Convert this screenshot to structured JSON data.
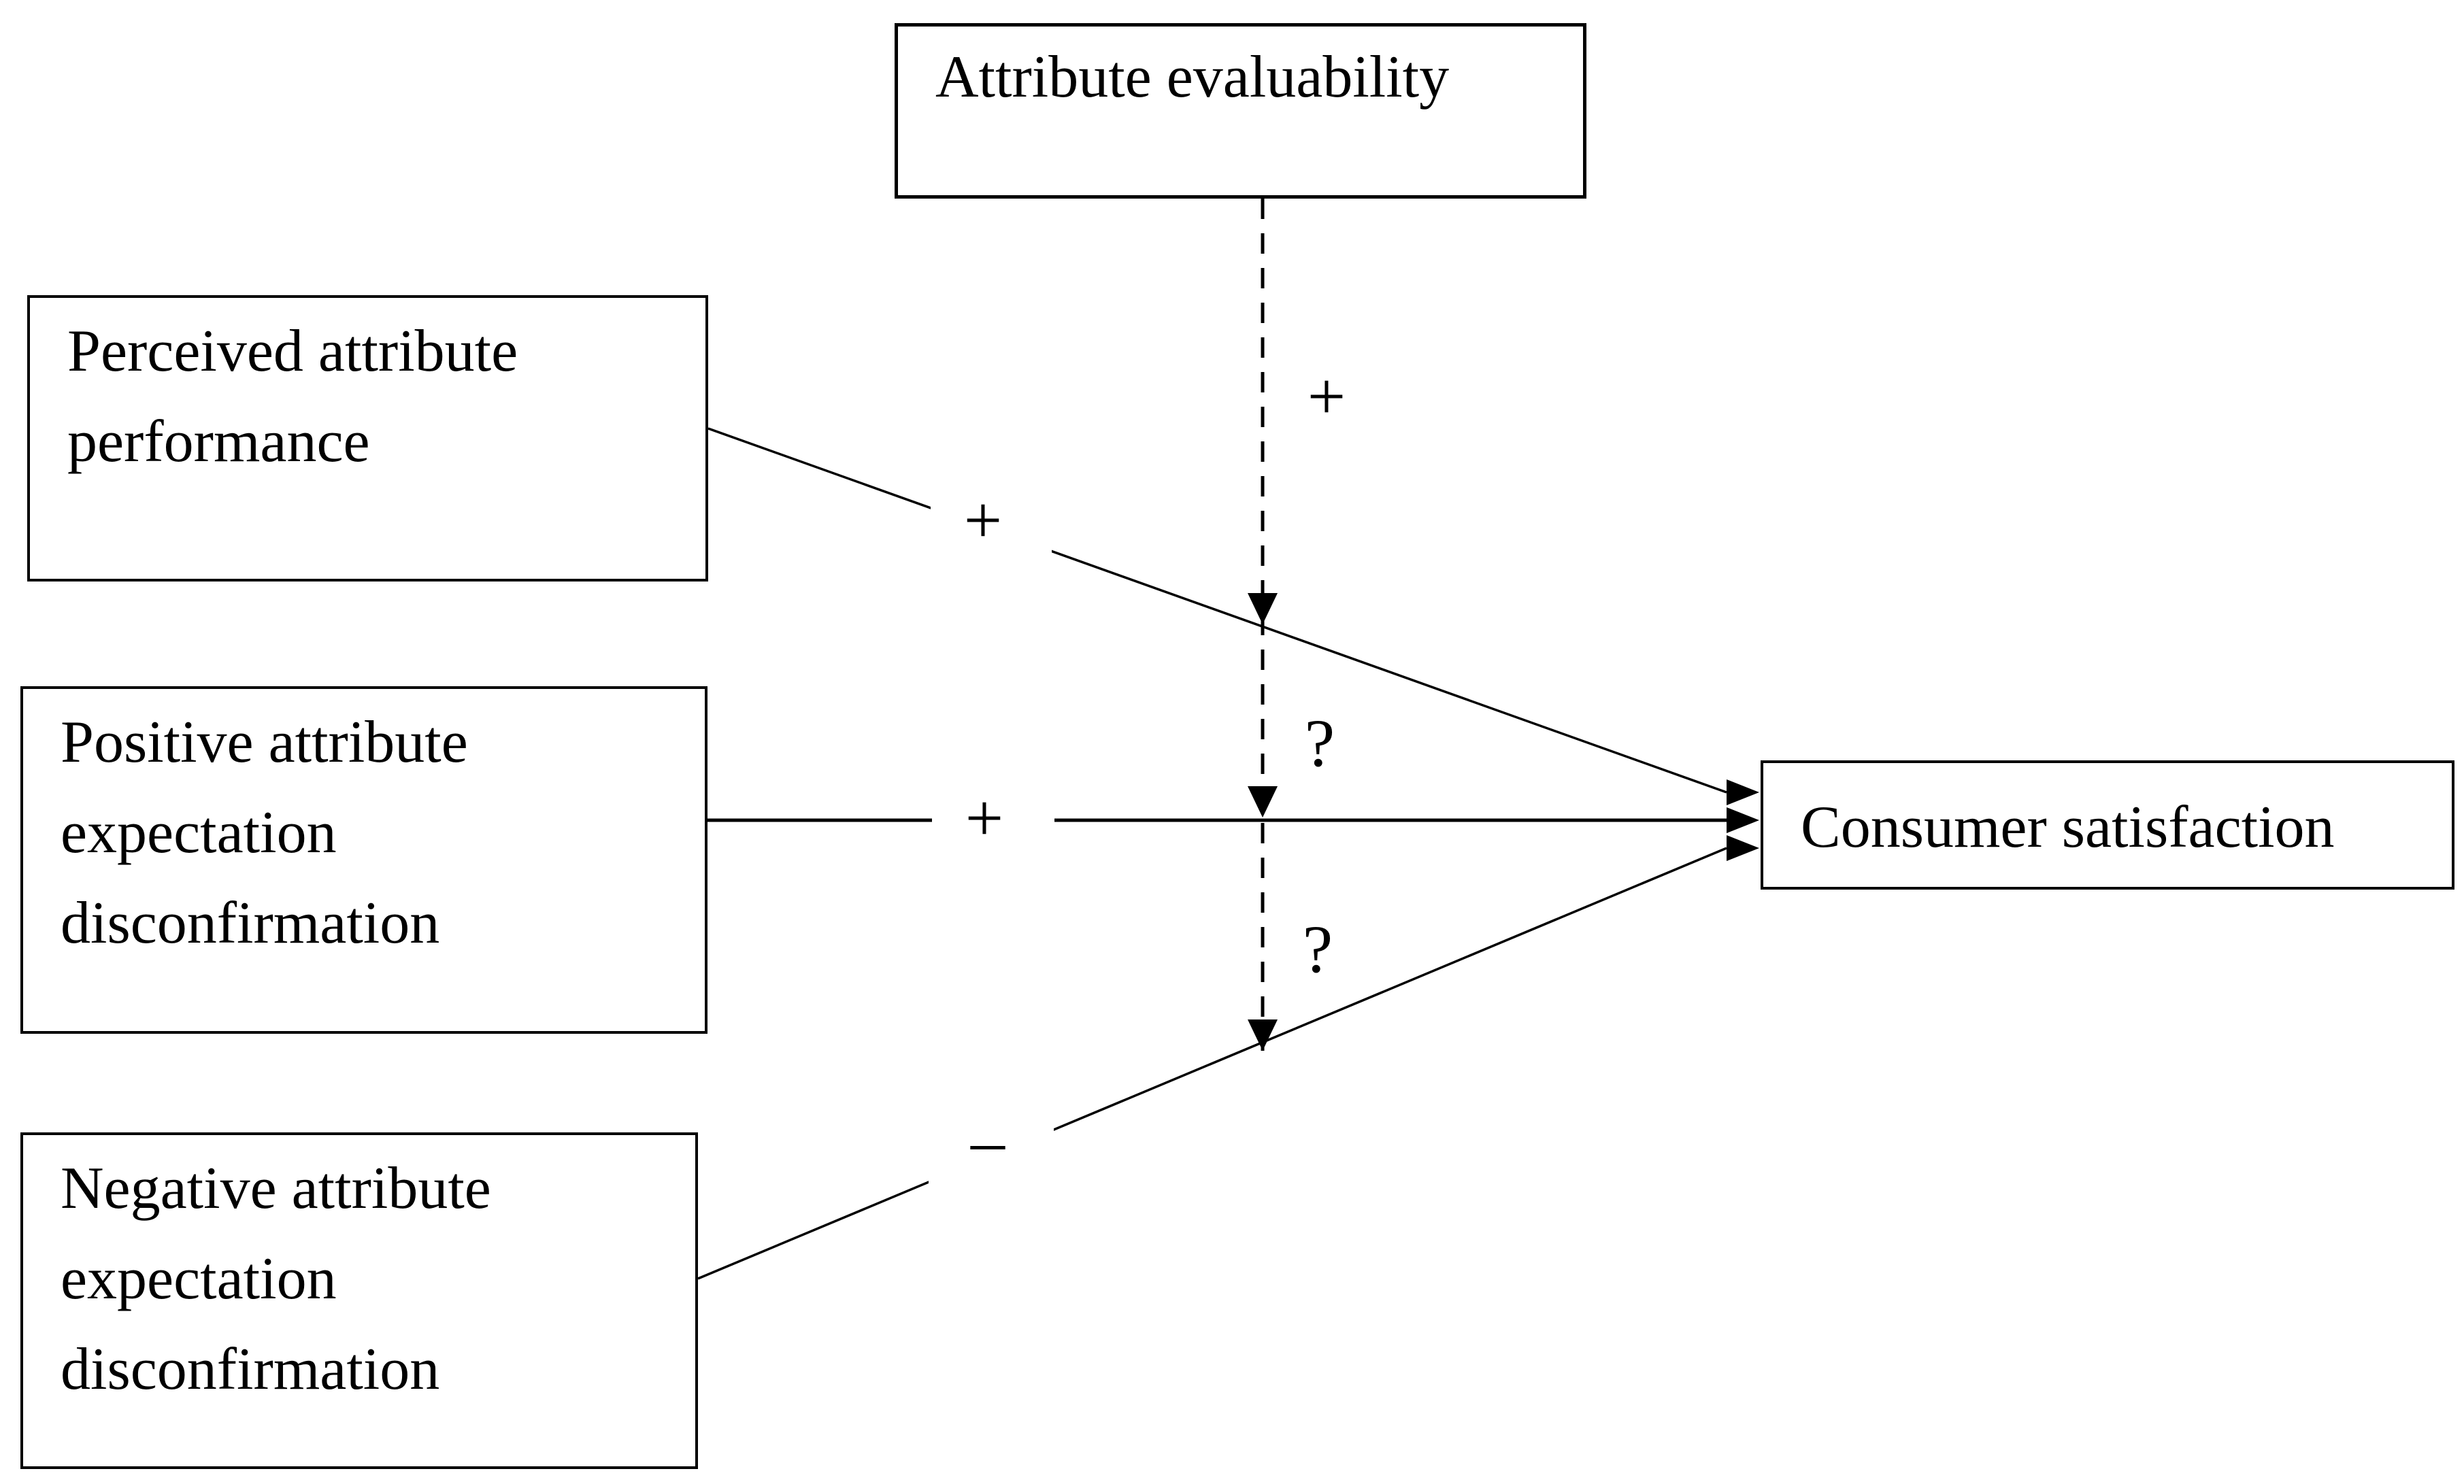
{
  "figure": {
    "type": "path-diagram",
    "colors": {
      "background": "#ffffff",
      "line": "#000000",
      "text": "#000000"
    },
    "nodes": {
      "attribute_evaluability": {
        "label": "Attribute evaluability",
        "label_lines": [
          "Attribute evaluability"
        ]
      },
      "perceived_attribute_performance": {
        "label": "Perceived attribute performance",
        "label_lines": [
          "Perceived attribute",
          "performance"
        ]
      },
      "positive_attribute_expectation_disconfirmation": {
        "label": "Positive attribute expectation disconfirmation",
        "label_lines": [
          "Positive attribute",
          "expectation",
          "disconfirmation"
        ]
      },
      "negative_attribute_expectation_disconfirmation": {
        "label": "Negative attribute expectation disconfirmation",
        "label_lines": [
          "Negative attribute",
          "expectation",
          "disconfirmation"
        ]
      },
      "consumer_satisfaction": {
        "label": "Consumer satisfaction",
        "label_lines": [
          "Consumer satisfaction"
        ]
      }
    },
    "edge_labels": {
      "perceived_to_satisfaction": "+",
      "positive_to_satisfaction": "+",
      "negative_to_satisfaction": "–",
      "moderation_on_perceived": "+",
      "moderation_on_positive": "?",
      "moderation_on_negative": "?"
    }
  }
}
